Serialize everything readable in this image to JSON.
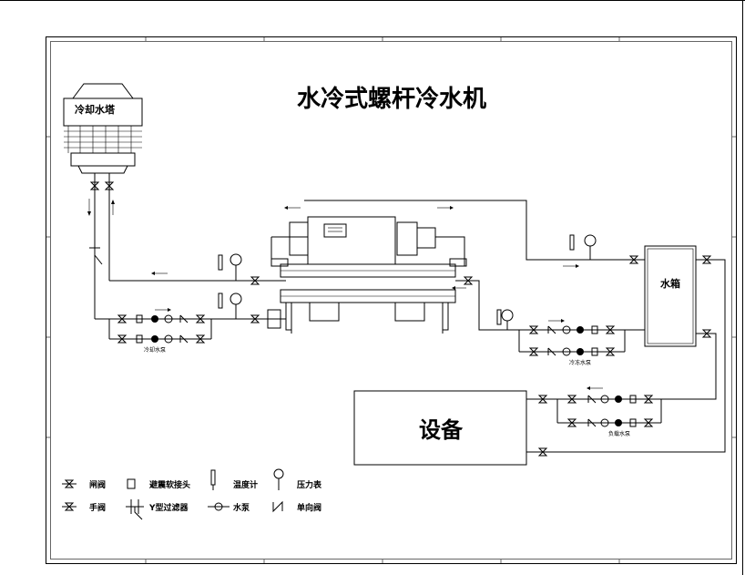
{
  "diagram": {
    "title": "水冷式螺杆冷水机",
    "cooling_tower_label": "冷却水塔",
    "water_tank_label": "水箱",
    "equipment_label": "设备",
    "pump_group_labels": {
      "cooling_pump": "冷却水泵",
      "chilled_pump": "冷冻水泵",
      "load_pump": "负载水泵"
    }
  },
  "legend": {
    "items": [
      {
        "key": "gate_valve",
        "label": "闸阀",
        "icon": "gate-valve-icon"
      },
      {
        "key": "soft_joint",
        "label": "避震软接头",
        "icon": "soft-joint-icon"
      },
      {
        "key": "thermometer",
        "label": "温度计",
        "icon": "thermometer-icon"
      },
      {
        "key": "pressure_gauge",
        "label": "压力表",
        "icon": "pressure-gauge-icon"
      },
      {
        "key": "hand_valve",
        "label": "手阀",
        "icon": "hand-valve-icon"
      },
      {
        "key": "y_filter",
        "label": "Y型过滤器",
        "icon": "y-filter-icon"
      },
      {
        "key": "pump",
        "label": "水泵",
        "icon": "pump-icon"
      },
      {
        "key": "check_valve",
        "label": "单向阀",
        "icon": "check-valve-icon"
      }
    ]
  }
}
